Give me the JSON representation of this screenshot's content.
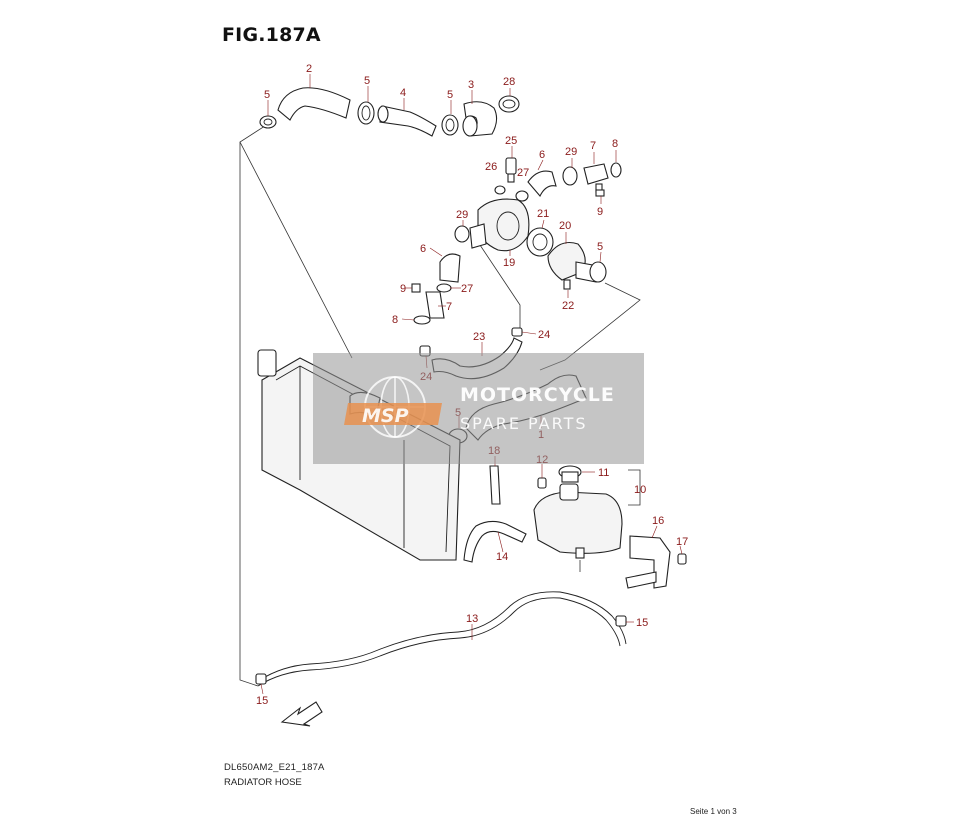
{
  "figure": {
    "title": "FIG.187A",
    "code": "DL650AM2_E21_187A",
    "name": "RADIATOR HOSE"
  },
  "footer": {
    "page": "Seite 1 von 3"
  },
  "watermark": {
    "brand_logo": "MSP",
    "line1": "MOTORCYCLE",
    "line2": "SPARE PARTS"
  },
  "callouts": {
    "c1": "1",
    "c2": "2",
    "c3": "3",
    "c4": "4",
    "c5a": "5",
    "c5b": "5",
    "c5c": "5",
    "c5d": "5",
    "c6a": "6",
    "c6b": "6",
    "c7a": "7",
    "c7b": "7",
    "c8a": "8",
    "c8b": "8",
    "c9a": "9",
    "c9b": "9",
    "c10": "10",
    "c11": "11",
    "c12": "12",
    "c13": "13",
    "c14": "14",
    "c15a": "15",
    "c15b": "15",
    "c16": "16",
    "c17": "17",
    "c18": "18",
    "c19": "19",
    "c20": "20",
    "c21": "21",
    "c22": "22",
    "c23": "23",
    "c24a": "24",
    "c24b": "24",
    "c25": "25",
    "c26": "26",
    "c27a": "27",
    "c27b": "27",
    "c28": "28",
    "c29a": "29",
    "c29b": "29",
    "fwd": "FWD"
  },
  "colors": {
    "callout": "#8a1a1a",
    "line": "#222222",
    "watermark_accent": "#e8904f"
  }
}
